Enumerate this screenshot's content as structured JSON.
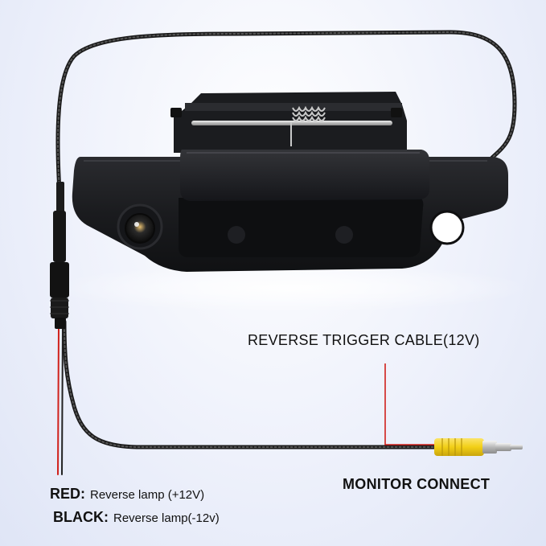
{
  "labels": {
    "reverse_trigger": "REVERSE TRIGGER CABLE(12V)",
    "monitor_connect": "MONITOR CONNECT"
  },
  "legend": {
    "red_key": "RED:",
    "red_text": "Reverse lamp (+12V)",
    "black_key": "BLACK:",
    "black_text": "Reverse lamp(-12v)"
  },
  "colors": {
    "handle": "#1c1d20",
    "cable": "#1a1a1a",
    "red_wire": "#d0201b",
    "rca_connector": "#f5d31c",
    "background": "#e8ecf8"
  },
  "icons": [
    "camera-lens-icon",
    "keyhole-icon",
    "rca-plug-icon"
  ]
}
